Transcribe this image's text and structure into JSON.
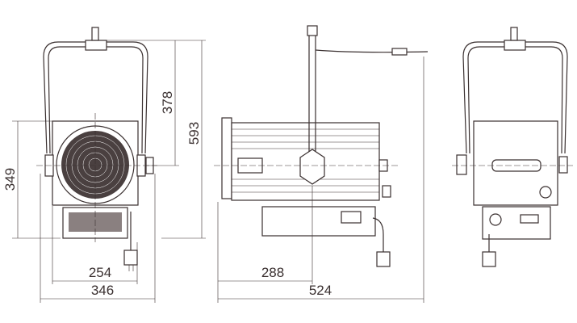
{
  "title": "Fresnel light dimension drawing",
  "dimensions": {
    "front_height": "349",
    "yoke_height": "378",
    "total_height": "593",
    "lens_width": "254",
    "total_width": "346",
    "side_pivot": "288",
    "side_length": "524"
  },
  "units_color": "#3a3030"
}
